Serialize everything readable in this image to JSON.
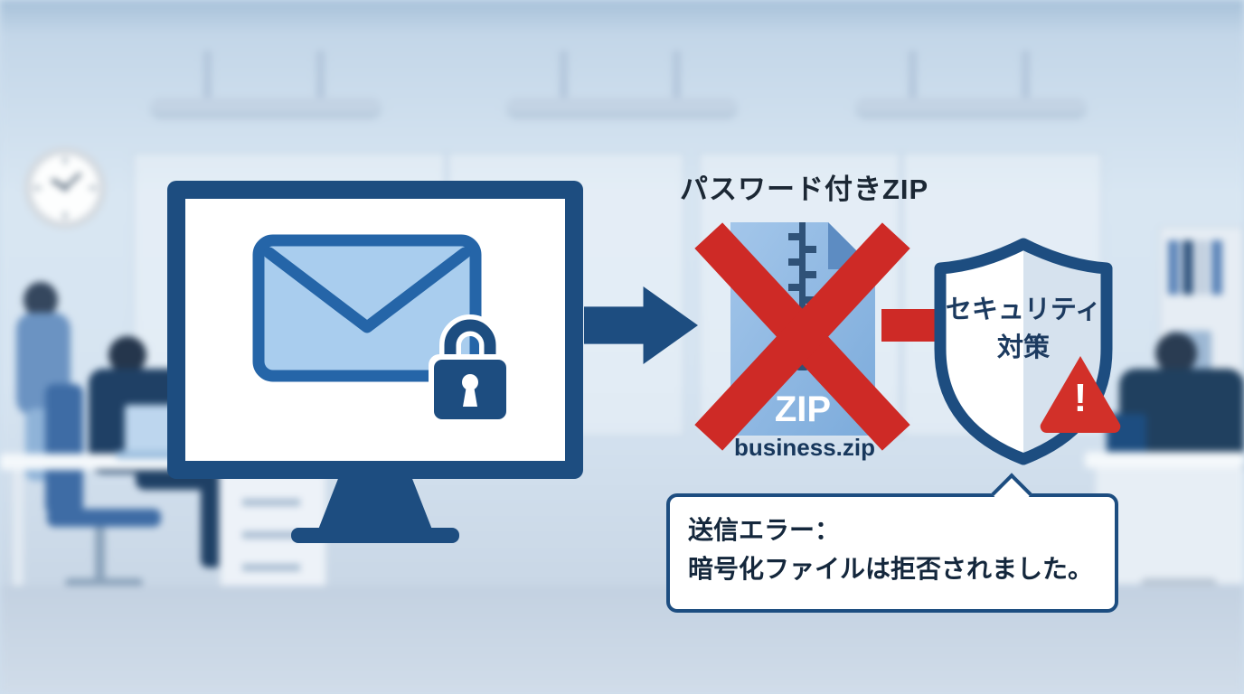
{
  "labels": {
    "zip_title": "パスワード付きZIP",
    "zip_icon_text": "ZIP",
    "zip_filename": "business.zip",
    "shield_line1": "セキュリティ",
    "shield_line2": "対策",
    "warning_mark": "!"
  },
  "bubble": {
    "line1": "送信エラー：",
    "line2": "暗号化ファイルは拒否されました。"
  },
  "icons": {
    "monitor": "monitor-icon",
    "envelope": "envelope-icon",
    "lock": "lock-icon",
    "arrow": "arrow-right-icon",
    "zip_file": "zip-file-icon",
    "prohibition": "red-x-icon",
    "shield": "shield-icon",
    "warning": "warning-triangle-icon",
    "clock": "clock-icon",
    "speech": "speech-bubble"
  },
  "colors": {
    "navy": "#1d4d80",
    "alert_red": "#ce2a26",
    "envelope_outline": "#2565a8",
    "envelope_fill": "#a9cdee",
    "file_blue": "#85b4e2",
    "background_blue": "#d6e4f1",
    "text_dark": "#1b2734"
  }
}
